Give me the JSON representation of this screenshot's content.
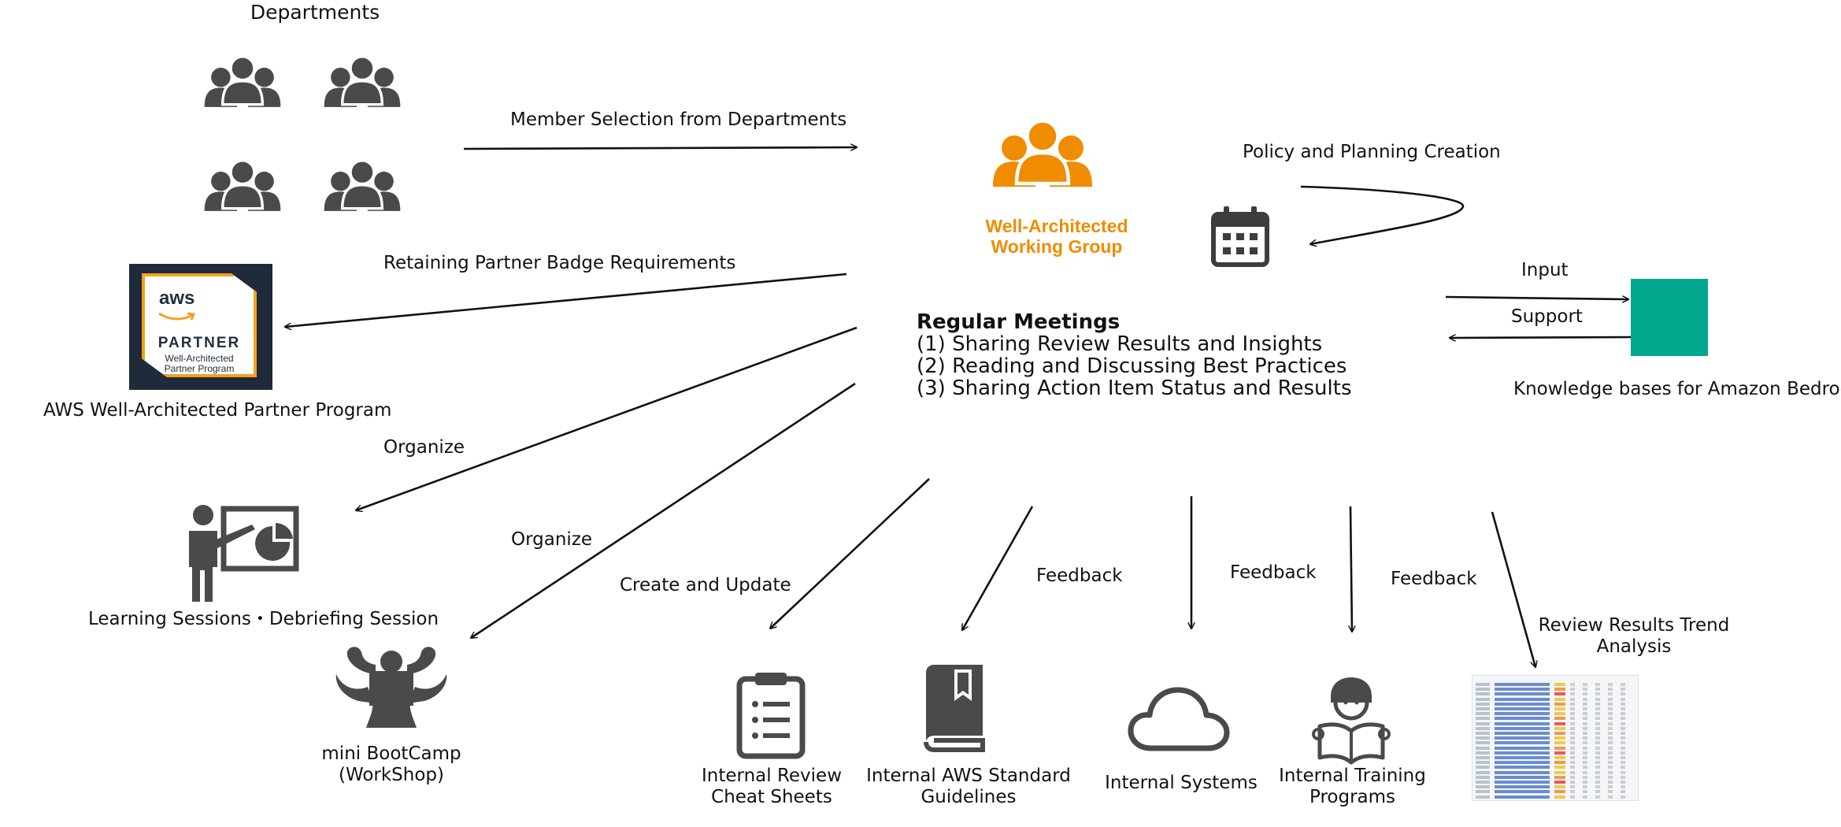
{
  "labels": {
    "departments": "Departments",
    "member_selection": "Member Selection from Departments",
    "working_group_line1": "Well-Architected",
    "working_group_line2": "Working Group",
    "policy": "Policy and Planning Creation",
    "retaining": "Retaining Partner Badge Requirements",
    "partner_program": "AWS Well-Architected Partner Program",
    "input": "Input",
    "support": "Support",
    "knowledge_bases": "Knowledge bases for Amazon Bedrock",
    "organize_1": "Organize",
    "organize_2": "Organize",
    "create_update": "Create and Update",
    "feedback_1": "Feedback",
    "feedback_2": "Feedback",
    "feedback_3": "Feedback",
    "review_trend_line1": "Review Results Trend",
    "review_trend_line2": "Analysis",
    "learning": "Learning Sessions・Debriefing Session",
    "bootcamp_line1": "mini BootCamp",
    "bootcamp_line2": "(WorkShop)",
    "cheat_line1": "Internal Review",
    "cheat_line2": "Cheat Sheets",
    "guidelines_line1": "Internal AWS Standard",
    "guidelines_line2": "Guidelines",
    "systems": "Internal Systems",
    "training_line1": "Internal Training",
    "training_line2": "Programs"
  },
  "meetings": {
    "title": "Regular Meetings",
    "items": [
      "(1) Sharing Review Results and Insights",
      "(2) Reading and Discussing Best Practices",
      "(3) Sharing Action Item Status and Results"
    ]
  },
  "badge": {
    "brand": "aws",
    "title": "PARTNER",
    "sub_line1": "Well-Architected",
    "sub_line2": "Partner Program"
  },
  "colors": {
    "icon_gray": "#4a4a4a",
    "working_group_orange": "#f08c00",
    "badge_navy": "#1f2a3a",
    "badge_border": "#f4a21c",
    "bedrock_teal": "#01a88d"
  },
  "icons": [
    "people-group-icon",
    "calendar-icon",
    "aws-partner-badge",
    "bedrock-brain-icon",
    "presenter-icon",
    "bodybuilder-icon",
    "clipboard-list-icon",
    "book-icon",
    "cloud-icon",
    "reader-icon",
    "spreadsheet-thumbnail"
  ]
}
